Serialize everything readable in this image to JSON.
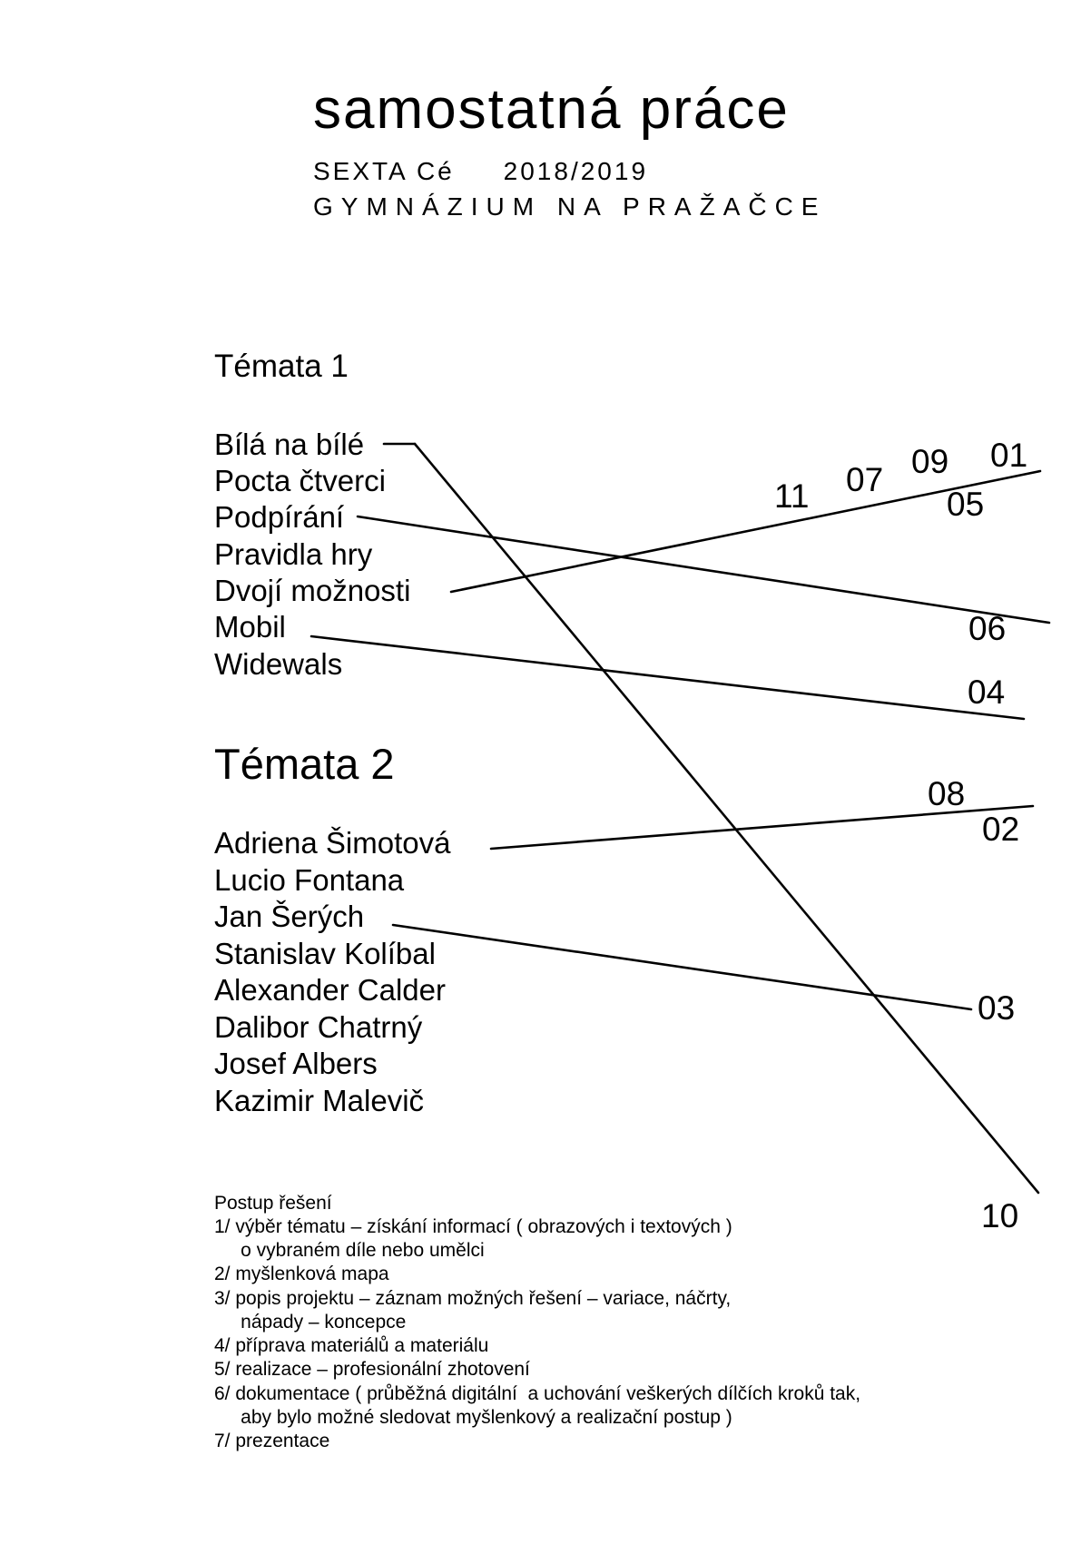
{
  "header": {
    "title": "samostatná práce",
    "class_year": "SEXTA Cé     2018/2019",
    "school": "GYMNÁZIUM NA PRAŽAČCE"
  },
  "topics1": {
    "heading": "Témata 1",
    "items": [
      "Bílá na bílé",
      "Pocta čtverci",
      "Podpírání",
      "Pravidla hry",
      "Dvojí možnosti",
      "Mobil",
      "Widewals"
    ]
  },
  "topics2": {
    "heading": "Témata 2",
    "items": [
      "Adriena Šimotová",
      "Lucio Fontana",
      "Jan Šerých",
      "Stanislav Kolíbal",
      "Alexander Calder",
      "Dalibor Chatrný",
      "Josef Albers",
      "Kazimir Malevič"
    ]
  },
  "numbers": [
    "11",
    "07",
    "09",
    "01",
    "05",
    "06",
    "04",
    "08",
    "02",
    "03",
    "10"
  ],
  "procedure": {
    "heading": "Postup řešení",
    "lines": [
      "1/ výběr tématu – získání informací ( obrazových i textových )",
      "     o vybraném díle nebo umělci",
      "2/ myšlenková mapa",
      "3/ popis projektu – záznam možných řešení – variace, náčrty,",
      "     nápady – koncepce",
      "4/ příprava materiálů a materiálu",
      "5/ realizace – profesionální zhotovení",
      "6/ dokumentace ( průběžná digitální  a uchování veškerých dílčích kroků tak,",
      "     aby bylo možné sledovat myšlenkový a realizační postup )",
      "7/ prezentace"
    ]
  }
}
